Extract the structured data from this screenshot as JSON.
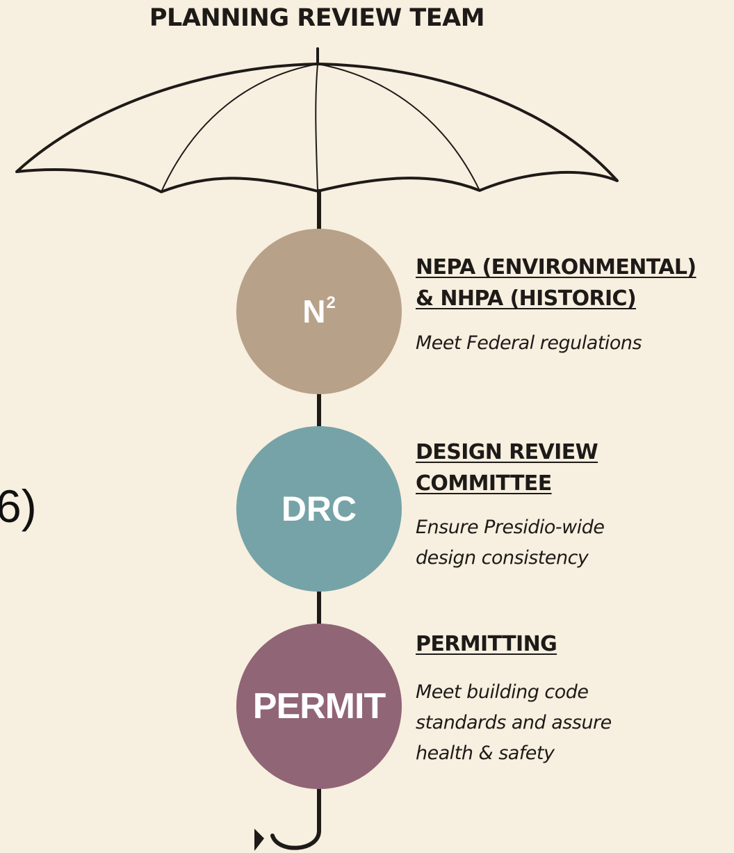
{
  "title": "PLANNING REVIEW TEAM",
  "edge_text": "6)",
  "colors": {
    "background": "#f7efdf",
    "n2": "#b8a189",
    "drc": "#76a3a7",
    "permit": "#906576",
    "ink": "#1d1a18"
  },
  "steps": [
    {
      "badge": "N",
      "badge_sup": "2",
      "heading_lines": [
        "NEPA (ENVIRONMENTAL)",
        "& NHPA (HISTORIC)"
      ],
      "desc_lines": [
        "Meet Federal regulations"
      ]
    },
    {
      "badge": "DRC",
      "heading_lines": [
        "DESIGN REVIEW",
        "COMMITTEE"
      ],
      "desc_lines": [
        "Ensure Presidio-wide",
        "design consistency"
      ]
    },
    {
      "badge": "PERMIT",
      "heading_lines": [
        "PERMITTING"
      ],
      "desc_lines": [
        "Meet building code",
        "standards and assure",
        "health & safety"
      ]
    }
  ]
}
